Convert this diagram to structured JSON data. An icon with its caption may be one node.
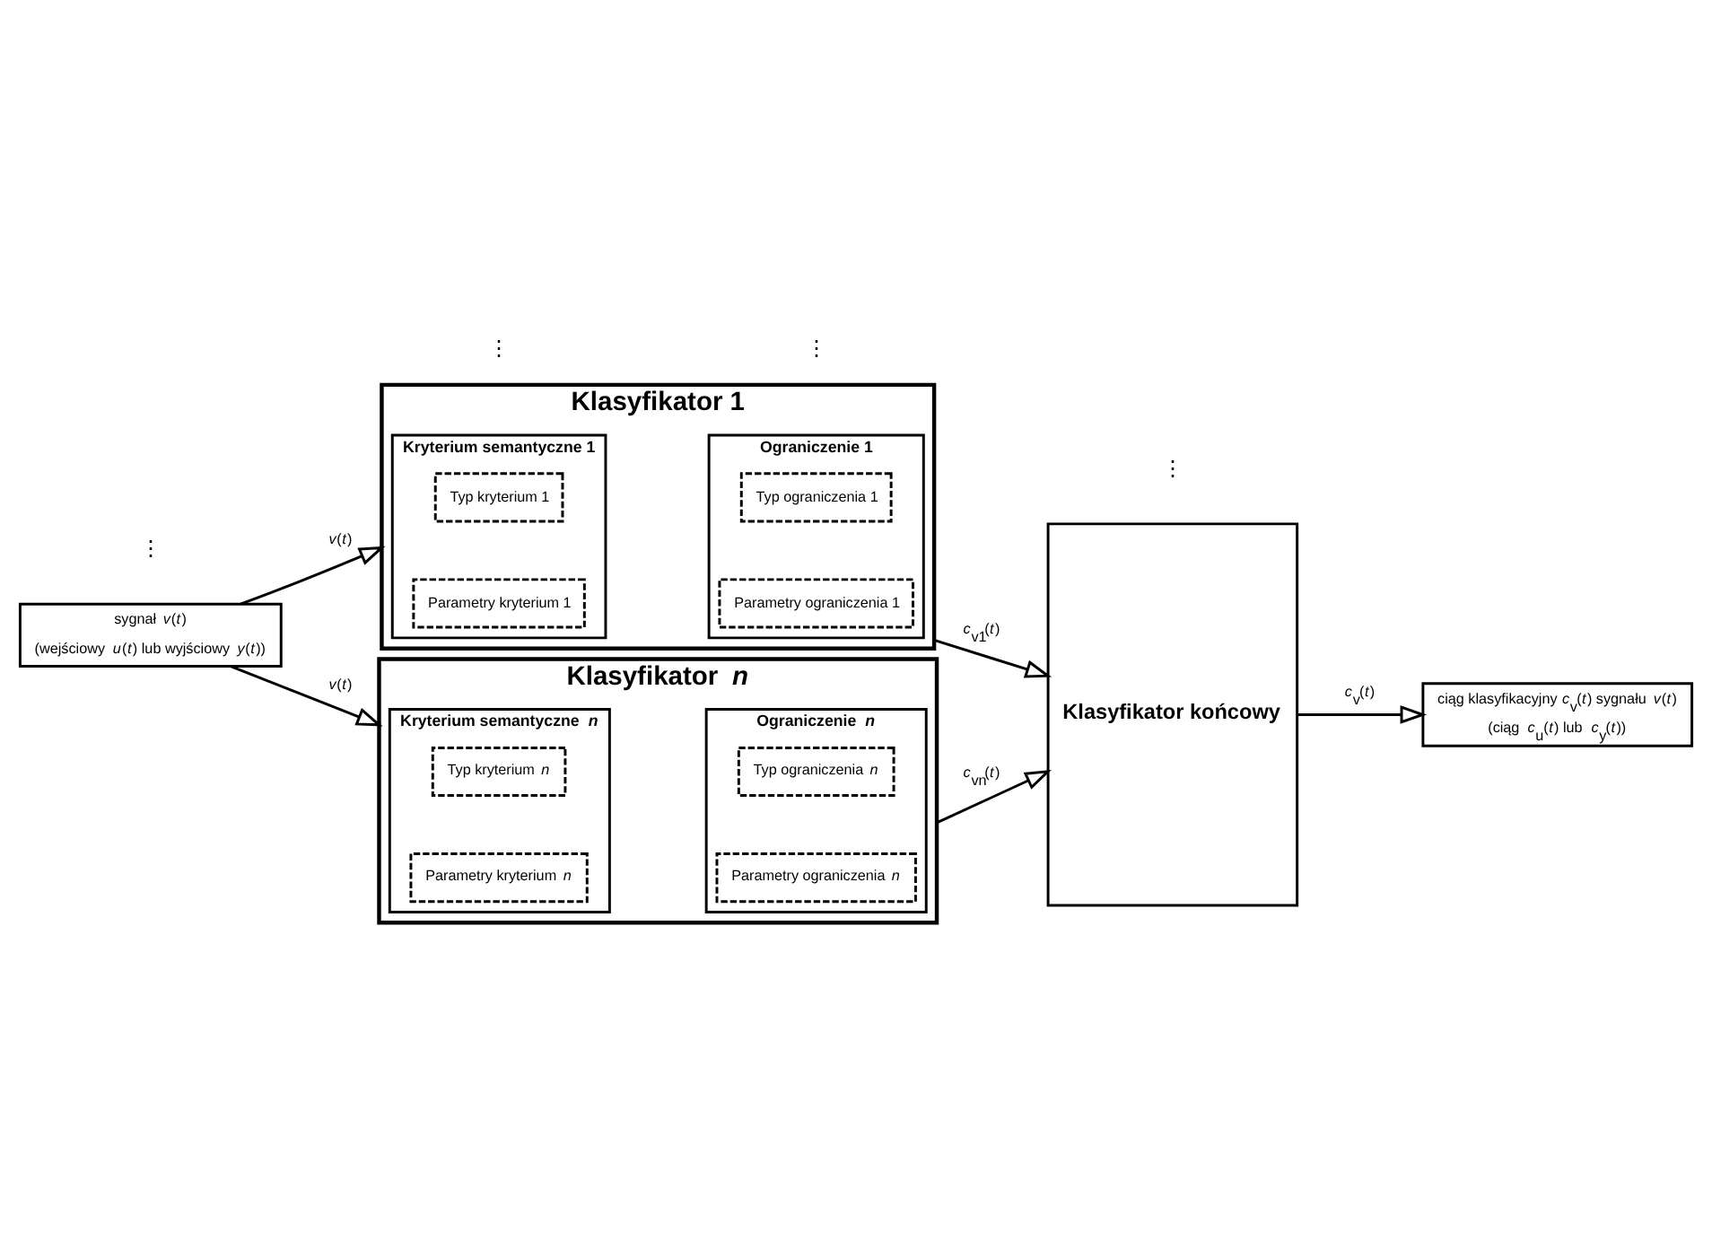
{
  "diagram": {
    "nodes": [
      {
        "text": [
          "sygnał *v*(*t*)",
          "(wejściowy *u*(*t*) lub wyjściowy *y*(*t*))"
        ]
      },
      {
        "text": [
          "Klasyfikator 1"
        ]
      },
      {
        "text": [
          "Kryterium semantyczne 1"
        ],
        "in": 1
      },
      {
        "text": [
          "Typ kryterium 1"
        ],
        "in": 2
      },
      {
        "text": [
          "Parametry kryterium 1"
        ],
        "in": 2
      },
      {
        "text": [
          "Ograniczenie 1"
        ],
        "in": 1
      },
      {
        "text": [
          "Typ ograniczenia 1"
        ],
        "in": 5
      },
      {
        "text": [
          "Parametry ograniczenia 1"
        ],
        "in": 5
      },
      {
        "text": [
          "Klasyfikator *n*"
        ]
      },
      {
        "text": [
          "Kryterium semantyczne *n*"
        ],
        "in": 8
      },
      {
        "text": [
          "Typ kryterium *n*"
        ],
        "in": 9
      },
      {
        "text": [
          "Parametry kryterium *n*"
        ],
        "in": 9
      },
      {
        "text": [
          "Ograniczenie *n*"
        ],
        "in": 8
      },
      {
        "text": [
          "Typ ograniczenia *n*"
        ],
        "in": 12
      },
      {
        "text": [
          "Parametry ograniczenia *n*"
        ],
        "in": 12
      },
      {
        "text": [
          "Klasyfikator końcowy"
        ]
      },
      {
        "text": [
          "ciąg klasyfikacyjny *c*$_{v}$(*t*) sygnału *v*(*t*)",
          "(ciąg *c*$_{u}$(*t*) lub *c*$_{y}$(*t*))"
        ]
      }
    ],
    "edges": [
      {
        "from": 0,
        "to": 1,
        "arrow": "to",
        "label": "*v*(*t*)"
      },
      {
        "from": 0,
        "to": 8,
        "arrow": "to",
        "label": "*v*(*t*)"
      },
      {
        "from": 1,
        "to": 15,
        "arrow": "to",
        "label": "*c*$_{v1}$(*t*)"
      },
      {
        "from": 8,
        "to": 15,
        "arrow": "to",
        "label": "*c*$_{vn}$(*t*)"
      },
      {
        "from": 15,
        "to": 16,
        "arrow": "to",
        "label": "*c*$_{v}$(*t*)"
      }
    ],
    "labels": [
      "⋮",
      "⋮",
      "⋮",
      "⋮"
    ]
  }
}
